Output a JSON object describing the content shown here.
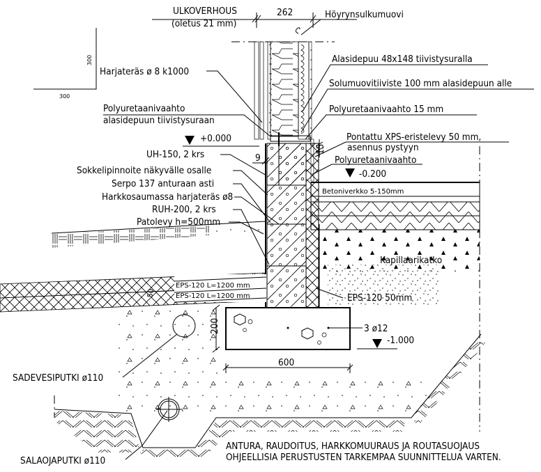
{
  "scale_marker": {
    "vertical": "300",
    "horizontal": "300"
  },
  "dimensions": {
    "top_width": "262",
    "xps_thickness": "15",
    "gap": "9",
    "footing_height": "200",
    "footing_width": "600",
    "eps_thickness": "50"
  },
  "levels": {
    "floor": "+0.000",
    "slab": "-0.200",
    "footing": "-1.000"
  },
  "labels": {
    "ulkoverhous_1": "ULKOVERHOUS",
    "ulkoverhous_2": "(oletus 21 mm)",
    "hoyrynsulku": "Höyrynsulkumuovi",
    "alasidepuu": "Alasidepuu 48x148 tiivistysuralla",
    "solumuovi": "Solumuovitiiviste 100 mm alasidepuun alle",
    "pu_15": "Polyuretaanivaahto 15 mm",
    "harjateras": "Harjateräs ø 8 k1000",
    "pu_ura_1": "Polyuretaanivaahto",
    "pu_ura_2": "alasidepuun tiivistysuraan",
    "xps_1": "Pontattu XPS-eristelevy 50 mm,",
    "xps_2": "asennus pystyyn",
    "pu_plain": "Polyuretaanivaahto",
    "uh150": "UH-150, 2 krs",
    "sokkeli": "Sokkelipinnoite näkyvälle osalle",
    "serpo": "Serpo 137 anturaan asti",
    "harkkosaumassa": "Harkkosaumassa harjateräs ø8",
    "ruh200": "RUH-200, 2 krs",
    "patolevy": "Patolevy h=500mm",
    "betoniverkko": "Betoniverkko 5-150mm",
    "kapillaarikatko": "Kapillaarikatko",
    "eps_row1": "EPS-120 L=1200 mm",
    "eps_row2": "EPS-120 L=1200 mm",
    "eps_50": "EPS-120 50mm",
    "rebar": "3 ø12",
    "sadevesi": "SADEVESIPUTKI ø110",
    "salaoja": "SALAOJAPUTKI ø110"
  },
  "note": {
    "line1": "ANTURA, RAUDOITUS, HARKKOMUURAUS JA ROUTASUOJAUS",
    "line2": "OHJEELLISIA PERUSTUSTEN TARKEMPAA SUUNNITTELUA VARTEN."
  }
}
